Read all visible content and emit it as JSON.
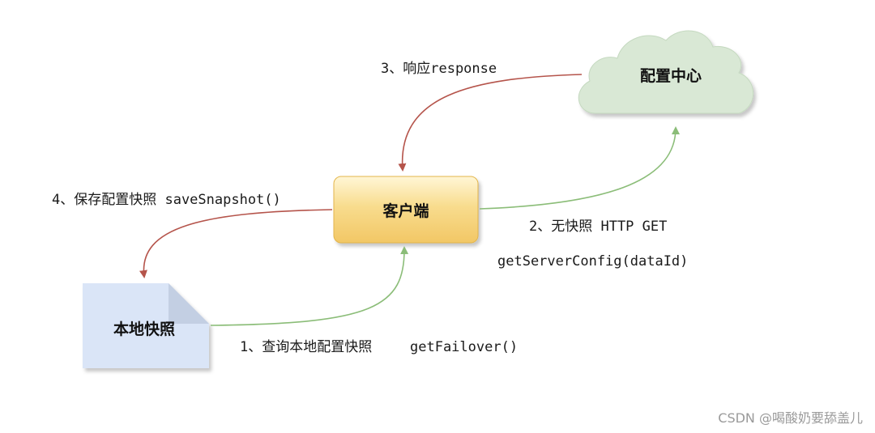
{
  "nodes": {
    "config_center": {
      "label": "配置中心",
      "fill": "#d9e8d5",
      "stroke": "#c5d9c0"
    },
    "client": {
      "label": "客户端",
      "fill_top": "#fff6d6",
      "fill_bottom": "#f2c765",
      "stroke": "#e3b54c"
    },
    "local_snapshot": {
      "label": "本地快照",
      "fill": "#dae5f7",
      "fold": "#c3cfe3"
    }
  },
  "edges": {
    "step1": {
      "label_cn": "1、查询本地配置快照",
      "label_code": "getFailover()",
      "color": "#8bbd78"
    },
    "step2": {
      "label_line1": "2、无快照 HTTP GET",
      "label_line2": "getServerConfig(dataId)",
      "color": "#8bbd78"
    },
    "step3": {
      "label": "3、响应response",
      "color": "#b5544b"
    },
    "step4": {
      "label": "4、保存配置快照 saveSnapshot()",
      "color": "#b5544b"
    }
  },
  "watermark": "CSDN @喝酸奶要舔盖儿"
}
